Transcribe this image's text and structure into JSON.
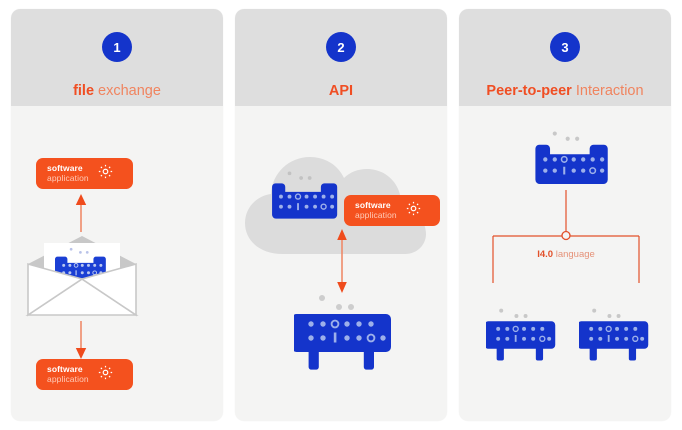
{
  "theme": {
    "blue": "#1434cb",
    "machine_blue": "#1b3fd4",
    "orange": "#f4511e",
    "orange_light": "#e59279",
    "panel_bg": "#f4f4f3",
    "header_bg": "#dedede",
    "cloud_gray": "#dcdcdc",
    "envelope_gray": "#c6c6c6"
  },
  "panels": [
    {
      "step": "1",
      "title_bold": "file",
      "title_light": " exchange",
      "elements": {
        "top_badge": {
          "line1": "software",
          "line2": "application",
          "icon": "gear-icon"
        },
        "bottom_badge": {
          "line1": "software",
          "line2": "application",
          "icon": "gear-icon"
        },
        "envelope_icon": "envelope-icon",
        "machine_icon": "machine-icon",
        "arrow_up": "arrow-up-icon",
        "arrow_down": "arrow-down-icon"
      }
    },
    {
      "step": "2",
      "title_bold": "API",
      "title_light": "",
      "elements": {
        "badge": {
          "line1": "software",
          "line2": "application",
          "icon": "gear-icon"
        },
        "cloud_icon": "cloud-icon",
        "machine_in_cloud": "machine-icon",
        "machine_bottom": "machine-icon",
        "arrow_double": "arrow-double-vertical-icon"
      }
    },
    {
      "step": "3",
      "title_bold": "Peer-to-peer",
      "title_light": " Interaction",
      "elements": {
        "machine_top": "machine-icon",
        "machine_bottom_left": "machine-icon",
        "machine_bottom_right": "machine-icon",
        "connector_label_bold": "I4.0",
        "connector_label_light": " language",
        "connector_node": "connector-node-icon"
      }
    }
  ]
}
